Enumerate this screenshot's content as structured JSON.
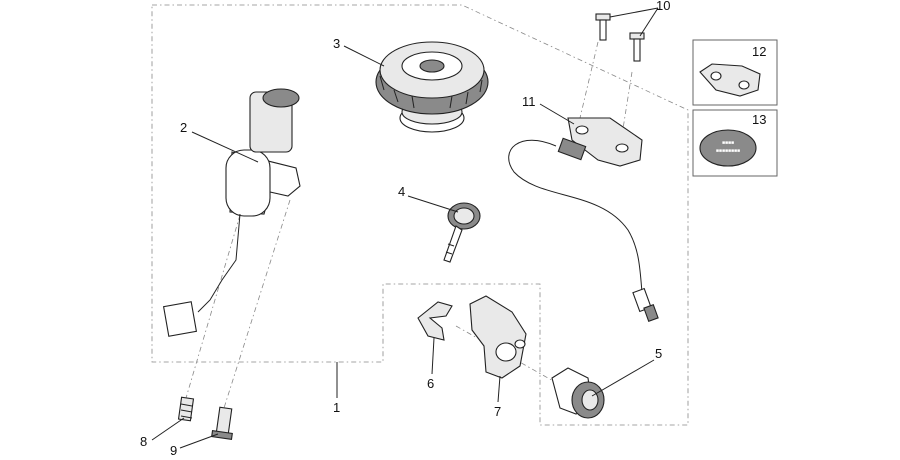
{
  "labels": {
    "p1": "1",
    "p2": "2",
    "p3": "3",
    "p4": "4",
    "p5": "5",
    "p6": "6",
    "p7": "7",
    "p8": "8",
    "p9": "9",
    "p10": "10",
    "p11": "11",
    "p12": "12",
    "p13": "13"
  },
  "colors": {
    "outline": "#222222",
    "boundary": "#888888",
    "background": "#ffffff"
  }
}
